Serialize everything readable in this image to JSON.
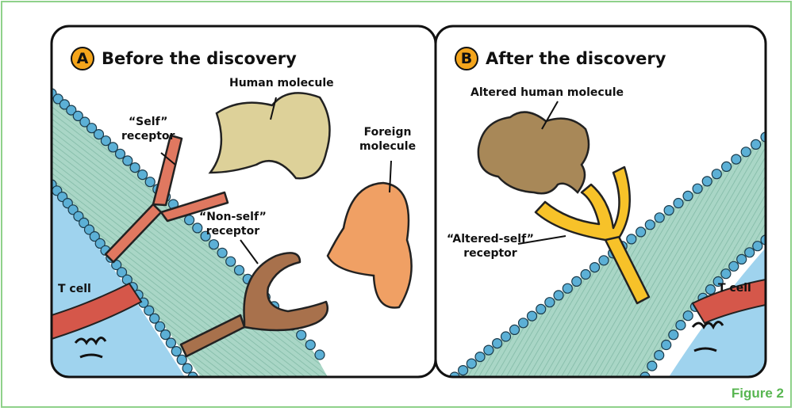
{
  "panels": {
    "a": {
      "badge": "A",
      "title": "Before the discovery",
      "labels": {
        "human_molecule": "Human molecule",
        "self_receptor_1": "“Self”",
        "self_receptor_2": "receptor",
        "foreign_1": "Foreign",
        "foreign_2": "molecule",
        "nonself_1": "“Non-self”",
        "nonself_2": "receptor",
        "tcell": "T cell"
      }
    },
    "b": {
      "badge": "B",
      "title": "After the discovery",
      "labels": {
        "altered_molecule": "Altered human molecule",
        "altered_receptor_1": "“Altered-self”",
        "altered_receptor_2": "receptor",
        "tcell": "T cell"
      }
    }
  },
  "caption": "Figure 2",
  "colors": {
    "frame_border": "#8fd18a",
    "badge": "#f4a51c",
    "membrane": "#a9d6c6",
    "bead": "#5cb0d6",
    "cell_interior": "#9fd3ee",
    "human_molecule": "#ddd199",
    "foreign_molecule": "#f0a064",
    "altered_molecule": "#a88858",
    "self_receptor": "#e07860",
    "nonself_receptor": "#a8714c",
    "altered_receptor": "#f7c229",
    "caption": "#58b651"
  }
}
